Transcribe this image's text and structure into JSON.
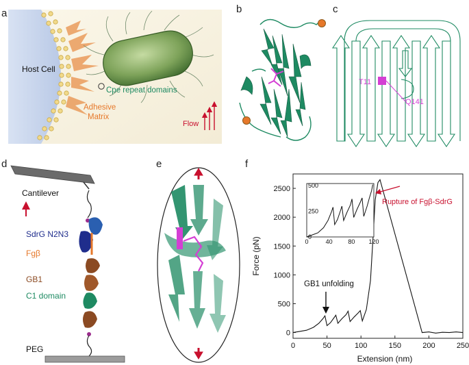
{
  "panels": {
    "a": {
      "letter": "a",
      "host_cell": "Host Cell",
      "cpe": "Cpe repeat domains",
      "adhesive_1": "Adhesive",
      "adhesive_2": "Matrix",
      "flow": "Flow"
    },
    "b": {
      "letter": "b"
    },
    "c": {
      "letter": "c",
      "t11": "T11",
      "q141": "Q141"
    },
    "d": {
      "letter": "d",
      "cantilever": "Cantilever",
      "sdrg": "SdrG N2N3",
      "fgb": "Fgβ",
      "gb1": "GB1",
      "c1": "C1 domain",
      "peg": "PEG"
    },
    "e": {
      "letter": "e"
    },
    "f": {
      "letter": "f",
      "rupture": "Rupture of Fgβ-SdrG",
      "gb1_unfolding": "GB1 unfolding"
    }
  },
  "colors": {
    "green": "#1e8a62",
    "orange": "#e6782a",
    "magenta": "#d43fd4",
    "navy": "#1f2d8c",
    "brown": "#8b4a22",
    "red": "#c8102e",
    "host": "#c8d6ee"
  },
  "chart_data": {
    "type": "line",
    "xlabel": "Extension (nm)",
    "ylabel": "Force (pN)",
    "xlim": [
      0,
      250
    ],
    "ylim": [
      -100,
      2750
    ],
    "x_ticks": [
      "0",
      "50",
      "100",
      "150",
      "200",
      "250"
    ],
    "y_ticks": [
      "0",
      "500",
      "1000",
      "1500",
      "2000",
      "2500"
    ],
    "series": [
      {
        "x": [
          0,
          10,
          20,
          30,
          38,
          44,
          47,
          50,
          55,
          60,
          63,
          66,
          72,
          78,
          81,
          84,
          90,
          96,
          99,
          102,
          108,
          114,
          118,
          121,
          125,
          128,
          190,
          200,
          210,
          220,
          230,
          240,
          250
        ],
        "y": [
          0,
          20,
          40,
          90,
          160,
          240,
          290,
          120,
          170,
          250,
          300,
          160,
          240,
          310,
          370,
          190,
          270,
          340,
          380,
          200,
          400,
          900,
          1700,
          2300,
          2600,
          2650,
          0,
          10,
          -10,
          5,
          0,
          10,
          0
        ]
      }
    ],
    "inset": {
      "xlim": [
        0,
        120
      ],
      "ylim": [
        0,
        520
      ],
      "x_ticks": [
        "0",
        "40",
        "80",
        "120"
      ],
      "y_ticks": [
        "0",
        "250",
        "500"
      ],
      "series": [
        {
          "x": [
            0,
            10,
            20,
            30,
            38,
            44,
            47,
            50,
            55,
            60,
            63,
            66,
            72,
            78,
            81,
            84,
            90,
            96,
            99,
            102,
            108,
            112,
            116,
            118
          ],
          "y": [
            0,
            20,
            40,
            90,
            160,
            240,
            290,
            120,
            170,
            250,
            300,
            160,
            240,
            310,
            370,
            190,
            270,
            340,
            380,
            200,
            300,
            380,
            450,
            510
          ]
        }
      ]
    }
  }
}
